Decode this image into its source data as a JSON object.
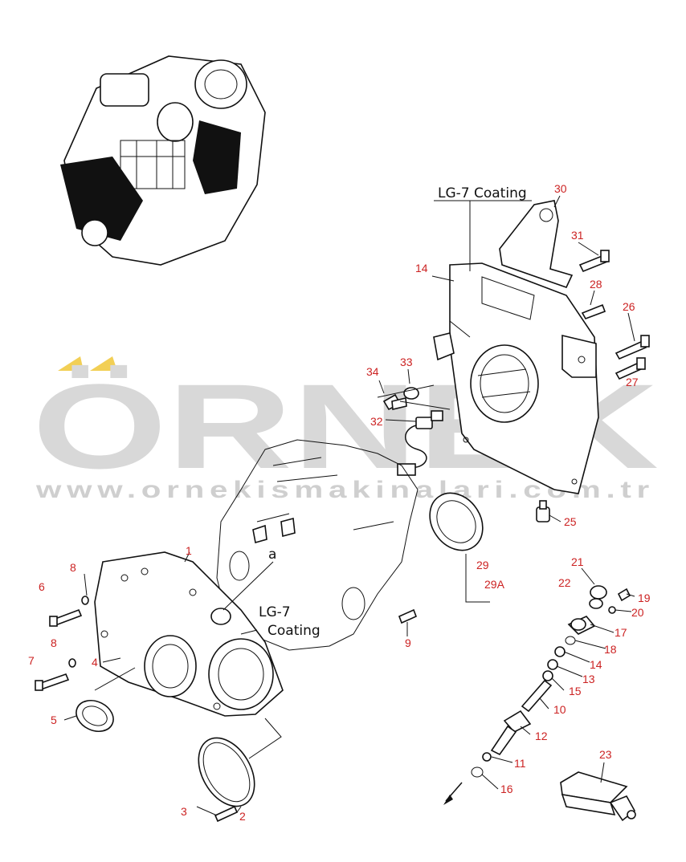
{
  "watermark": {
    "brand": "ÖRNEK",
    "url": "www.ornekismakinalari.com.tr",
    "accent": "#f2cf55"
  },
  "notes": {
    "top": "LG-7 Coating",
    "mid_line1": "LG-7",
    "mid_line2": "Coating",
    "view_mark": "a"
  },
  "labels": {
    "l1": "1",
    "l2": "2",
    "l3": "3",
    "l4": "4",
    "l5": "5",
    "l6": "6",
    "l7": "7",
    "l8a": "8",
    "l8b": "8",
    "l9": "9",
    "l10": "10",
    "l11": "11",
    "l12": "12",
    "l13": "13",
    "l14a": "14",
    "l14b": "14",
    "l15": "15",
    "l16": "16",
    "l17": "17",
    "l18": "18",
    "l19": "19",
    "l20": "20",
    "l21": "21",
    "l22": "22",
    "l23": "23",
    "l25": "25",
    "l26": "26",
    "l27": "27",
    "l28": "28",
    "l29": "29",
    "l29a": "29A",
    "l30": "30",
    "l31": "31",
    "l32": "32",
    "l33": "33",
    "l34": "34"
  },
  "colors": {
    "label": "#cc2222",
    "line": "#111111",
    "watermark": "#d8d8d8"
  }
}
